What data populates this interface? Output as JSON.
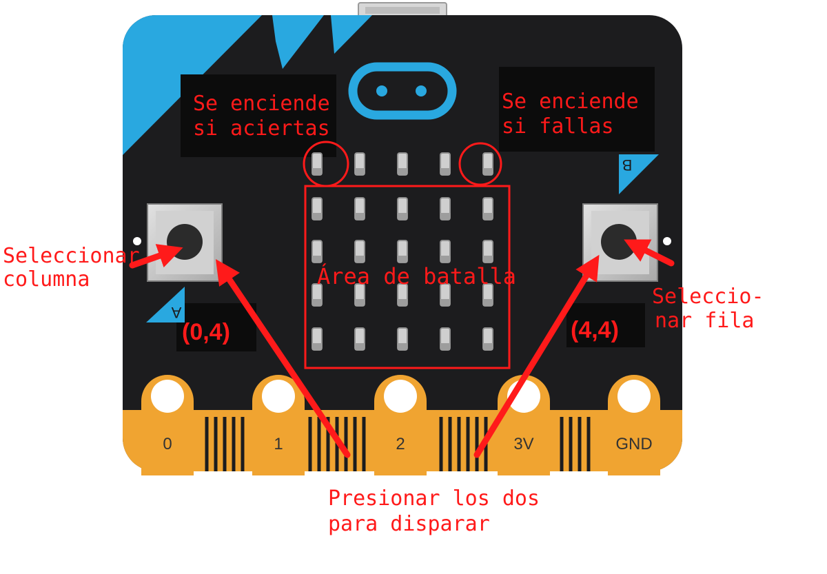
{
  "labels": {
    "hit": [
      "Se enciende",
      "si aciertas"
    ],
    "miss": [
      "Se enciende",
      "si fallas"
    ],
    "select_column": [
      "Seleccionar",
      "columna"
    ],
    "select_row": [
      "Seleccio-",
      "nar fila"
    ],
    "battle_area": "Área de batalla",
    "fire": [
      "Presionar los dos",
      "para disparar"
    ]
  },
  "coords": {
    "left": "(0,4)",
    "right": "(4,4)"
  },
  "buttons": {
    "a": "A",
    "b": "B"
  },
  "pins": [
    "0",
    "1",
    "2",
    "3V",
    "GND"
  ],
  "led_grid": {
    "rows": 5,
    "cols": 5
  },
  "colors": {
    "annotation": "#ff1a1a",
    "board": "#1c1c1e",
    "accent": "#29a8e0",
    "pin_gold": "#f0a431",
    "button": "#c8c8c8"
  }
}
